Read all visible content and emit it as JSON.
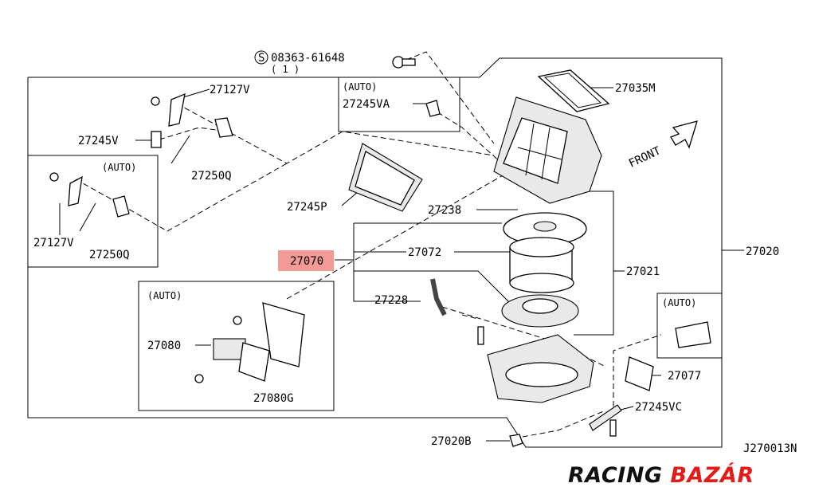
{
  "diagram": {
    "labels": {
      "bolt_num": "08363-61648",
      "bolt_qty": "( 1 )",
      "auto_a": "(AUTO)",
      "auto_b": "(AUTO)",
      "auto_c": "(AUTO)",
      "auto_d": "(AUTO)",
      "p27035M": "27035M",
      "p27127V_top": "27127V",
      "p27127V_left": "27127V",
      "p27245VA": "27245VA",
      "p27245V": "27245V",
      "p27250Q_top": "27250Q",
      "p27250Q_left": "27250Q",
      "p27245P": "27245P",
      "p27238": "27238",
      "p27070": "27070",
      "p27072": "27072",
      "p27021": "27021",
      "p27020": "27020",
      "p27228": "27228",
      "p27080": "27080",
      "p27080G": "27080G",
      "p27077": "27077",
      "p27245VC": "27245VC",
      "p27020B": "27020B",
      "front": "FRONT",
      "ref": "J270013N"
    },
    "highlight_color": "#f39a96"
  },
  "logo": {
    "word1": "RACING",
    "word2": "BAZÁR",
    "color1": "#111111",
    "color2": "#e21b1b"
  }
}
